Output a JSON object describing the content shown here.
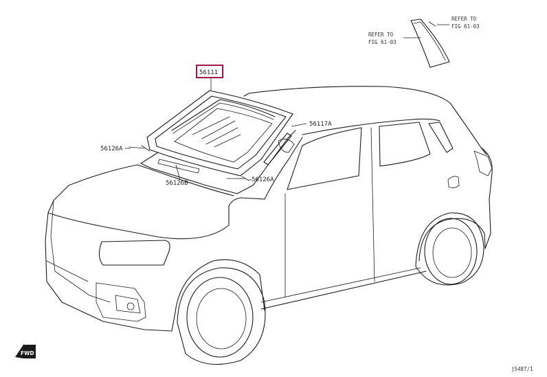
{
  "diagram": {
    "highlighted_part": "56111",
    "refer_upper": [
      "REFER TO",
      "FIG 61-03"
    ],
    "refer_left": [
      "REFER TO",
      "FIG 61-03"
    ],
    "callouts": {
      "molding_right_upper": "56117A",
      "clip_left": "56126A",
      "clip_right": "56126A",
      "dam_lower": "56126B"
    },
    "fwd_badge": "FWD",
    "drawing_id": "j5487/1",
    "colors": {
      "highlight": "#a0154a",
      "line": "#1a1a1a"
    }
  }
}
